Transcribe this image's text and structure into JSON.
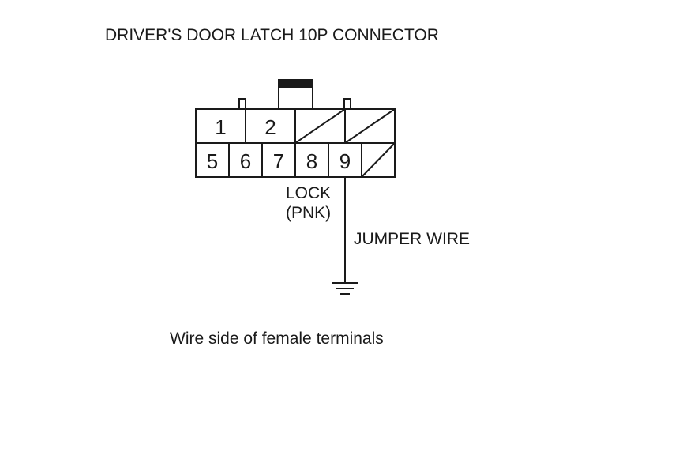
{
  "title": "DRIVER'S DOOR LATCH 10P CONNECTOR",
  "connector": {
    "top_row": [
      "1",
      "2"
    ],
    "bottom_row": [
      "5",
      "6",
      "7",
      "8",
      "9"
    ]
  },
  "wire": {
    "label": "LOCK",
    "color": "(PNK)",
    "jumper": "JUMPER WIRE",
    "ground_icon": "ground-symbol-icon"
  },
  "caption": "Wire side of female terminals",
  "colors": {
    "line": "#1a1a1a",
    "background": "#ffffff"
  }
}
